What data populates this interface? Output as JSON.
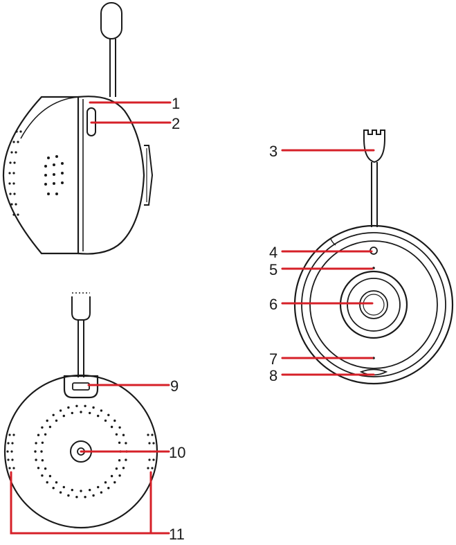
{
  "callouts": {
    "c1": "1",
    "c2": "2",
    "c3": "3",
    "c4": "4",
    "c5": "5",
    "c6": "6",
    "c7": "7",
    "c8": "8",
    "c9": "9",
    "c10": "10",
    "c11": "11"
  },
  "colors": {
    "leader": "#d62028",
    "line": "#1a1a1a",
    "background": "#ffffff"
  }
}
